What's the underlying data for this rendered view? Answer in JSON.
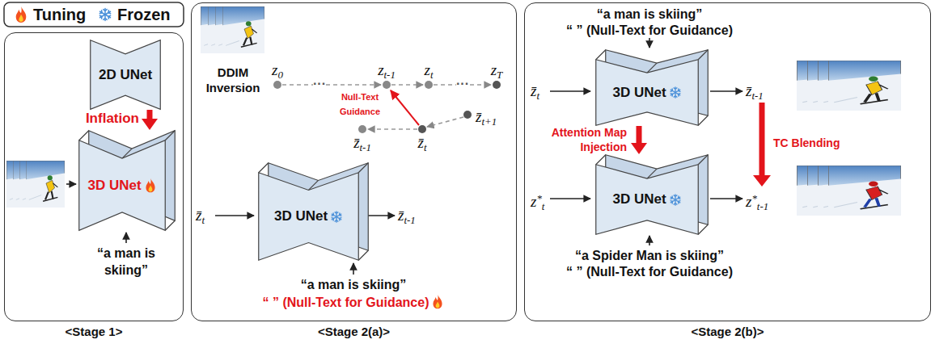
{
  "diagram": {
    "nodes": [
      {
        "text": [
          "<Stage 1>"
        ]
      },
      {
        "text": [
          "2D UNet"
        ],
        "in": 0
      },
      {
        "text": [
          "3D UNet"
        ],
        "in": 0
      },
      {
        "text": [
          "<Stage 2(a)>"
        ]
      },
      {
        "text": [
          "3D UNet"
        ],
        "in": 3
      },
      {
        "text": [
          "<Stage 2(b)>"
        ]
      },
      {
        "text": [
          "3D UNet"
        ],
        "in": 5
      },
      {
        "text": [
          "3D UNet"
        ],
        "in": 5
      }
    ],
    "edges": [
      {
        "from": 1,
        "to": 2,
        "arrow": "to",
        "label": "Inflation"
      },
      {
        "from": 6,
        "to": 7,
        "arrow": "to",
        "label": "Attention Map Injection"
      }
    ],
    "labels": [
      "“a man is skiing”",
      "DDIM Inversion",
      "z0",
      "···",
      "zt-1",
      "zt",
      "···",
      "zT",
      "Null-Text Guidance",
      "z̄t-1",
      "z̄t",
      "z̄t+1",
      "z̄t",
      "z̄t-1",
      "“a man is skiing”",
      "“ ” (Null-Text for Guidance)",
      "“a man is skiing”",
      "“ ” (Null-Text for Guidance)",
      "z̄t",
      "z̄t-1",
      "TC Blending",
      "z*t",
      "z*t-1",
      "“a Spider Man is skiing”",
      "“ ” (Null-Text for Guidance)"
    ],
    "legend": [
      {
        "text": "Tuning"
      },
      {
        "text": "Frozen"
      }
    ]
  }
}
